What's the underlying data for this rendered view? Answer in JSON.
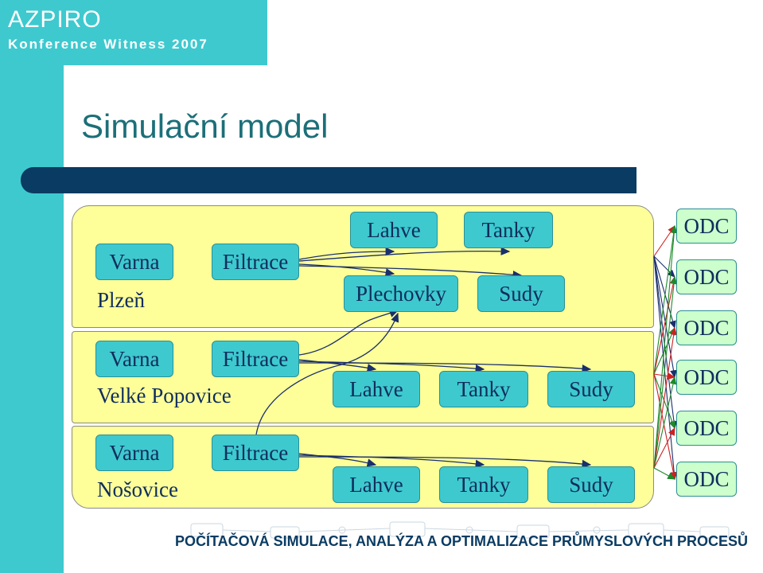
{
  "header": {
    "brand": "AZPIRO",
    "subtitle": "Konference Witness 2007"
  },
  "slide_title": "Simulační model",
  "plants": [
    {
      "place": "Plzeň",
      "varna": "Varna",
      "filtrace": "Filtrace",
      "outputs": [
        "Lahve",
        "Tanky",
        "Plechovky",
        "Sudy"
      ]
    },
    {
      "place": "Velké Popovice",
      "varna": "Varna",
      "filtrace": "Filtrace",
      "outputs": [
        "Lahve",
        "Tanky",
        "Sudy"
      ]
    },
    {
      "place": "Nošovice",
      "varna": "Varna",
      "filtrace": "Filtrace",
      "outputs": [
        "Lahve",
        "Tanky",
        "Sudy"
      ]
    }
  ],
  "odc": [
    "ODC",
    "ODC",
    "ODC",
    "ODC",
    "ODC",
    "ODC"
  ],
  "footer": "POČÍTAČOVÁ SIMULACE, ANALÝZA A OPTIMALIZACE PRŮMYSLOVÝCH PROCESŮ",
  "colors": {
    "cyan": "#3ec9cf",
    "navy": "#0a3b62",
    "panel": "#ffff99",
    "odc": "#ccffcc",
    "title": "#1c6f78"
  }
}
